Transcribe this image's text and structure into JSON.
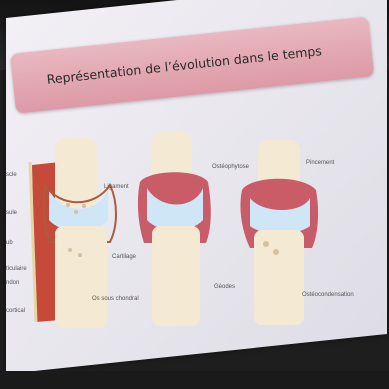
{
  "slide": {
    "title": "Représentation de l’évolution dans le temps",
    "labels": {
      "muscle": "scle",
      "capsule": "sule",
      "synovium": "ub",
      "meniscus": "ticulaire",
      "tendon": "ndon",
      "cortical": "cortical",
      "ligament": "Ligament",
      "cartilage": "Cartilage",
      "subchondral": "Os sous chondral",
      "osteophytes": "Ostéophytose",
      "pincement": "Pincement",
      "geodes": "Géodes",
      "osteocondensation": "Ostéocondensation"
    }
  }
}
